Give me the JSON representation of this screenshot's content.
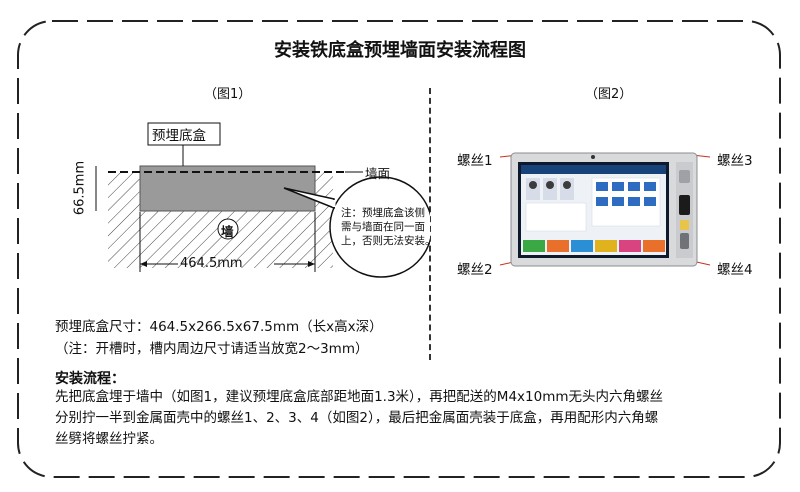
{
  "title": "安装铁底盒预埋墙面安装流程图",
  "fig1": {
    "label": "（图1）",
    "box_label": "预埋底盒",
    "wall_surface": "墙面",
    "wall": "墙",
    "height_dim": "66.5mm",
    "width_dim": "464.5mm",
    "note": [
      "注：预埋底盒该侧",
      "需与墙面在同一面",
      "上，否则无法安装。"
    ]
  },
  "fig2": {
    "label": "（图2）",
    "screws": [
      "螺丝1",
      "螺丝2",
      "螺丝3",
      "螺丝4"
    ]
  },
  "size_line": "预埋底盒尺寸：464.5x266.5x67.5mm（长x高x深）",
  "size_note": "（注：开槽时，槽内周边尺寸请适当放宽2～3mm）",
  "steps": {
    "title": "安装流程：",
    "lines": [
      "先把底盒埋于墙中（如图1，建议预埋底盒底部距地面1.3米），再把配送的M4x10mm无头内六角螺丝",
      "分别拧一半到金属面壳中的螺丝1、2、3、4（如图2），最后把金属面壳装于底盒，再用配形内六角螺",
      "丝劈将螺丝拧紧。"
    ]
  }
}
